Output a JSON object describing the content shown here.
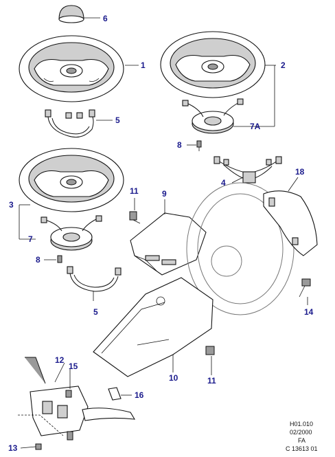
{
  "callouts": {
    "c1": "1",
    "c2": "2",
    "c3": "3",
    "c4": "4",
    "c5a": "5",
    "c5b": "5",
    "c6": "6",
    "c7": "7",
    "c7a": "7A",
    "c8a": "8",
    "c8b": "8",
    "c9": "9",
    "c10": "10",
    "c11a": "11",
    "c11b": "11",
    "c12": "12",
    "c13": "13",
    "c14": "14",
    "c15": "15",
    "c16": "16",
    "c18": "18"
  },
  "footer": {
    "line1": "H01.010",
    "line2": "02/2000",
    "line3": "FA",
    "line4": "C 13613 01"
  },
  "colors": {
    "callout": "#1a1a8c",
    "line": "#111111",
    "shade": "#cfcfcf"
  }
}
